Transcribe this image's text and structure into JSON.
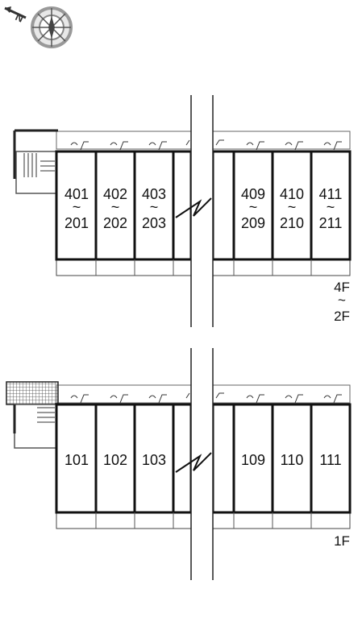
{
  "compass": {
    "north_label": "N",
    "icon": "compass-rose-icon"
  },
  "upper_section": {
    "units": [
      {
        "top": "401",
        "tilde": "~",
        "bottom": "201"
      },
      {
        "top": "402",
        "tilde": "~",
        "bottom": "202"
      },
      {
        "top": "403",
        "tilde": "~",
        "bottom": "203"
      },
      {
        "top": "409",
        "tilde": "~",
        "bottom": "209"
      },
      {
        "top": "410",
        "tilde": "~",
        "bottom": "210"
      },
      {
        "top": "411",
        "tilde": "~",
        "bottom": "211"
      }
    ],
    "floor_label": {
      "top": "4F",
      "tilde": "~",
      "bottom": "2F"
    }
  },
  "lower_section": {
    "units": [
      {
        "label": "101"
      },
      {
        "label": "102"
      },
      {
        "label": "103"
      },
      {
        "label": "109"
      },
      {
        "label": "110"
      },
      {
        "label": "111"
      }
    ],
    "floor_label": "1F"
  },
  "colors": {
    "line": "#222222",
    "wall": "#111111",
    "fill": "#ffffff",
    "hatch": "#444444"
  }
}
